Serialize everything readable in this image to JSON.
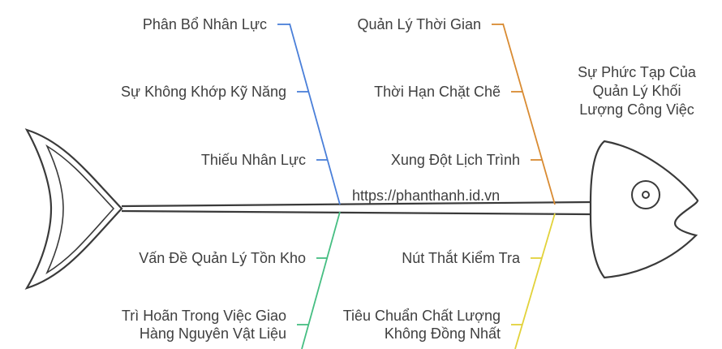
{
  "diagram": {
    "head_title": [
      "Sự Phức Tạp Của",
      "Quản Lý Khối",
      "Lượng Công Việc"
    ],
    "watermark": "https://phanthanh.id.vn",
    "branches": {
      "top_left": {
        "color": "#4a7fd9",
        "causes": [
          "Phân Bổ Nhân Lực",
          "Sự Không Khớp Kỹ Năng",
          "Thiếu Nhân Lực"
        ]
      },
      "top_right": {
        "color": "#d98b32",
        "causes": [
          "Quản Lý Thời Gian",
          "Thời Hạn Chặt Chẽ",
          "Xung Đột Lịch Trình"
        ]
      },
      "bottom_left": {
        "color": "#46be82",
        "causes": [
          "Vấn Đề Quản Lý Tồn Kho",
          [
            "Trì Hoãn Trong Việc Giao",
            "Hàng Nguyên Vật Liệu"
          ]
        ]
      },
      "bottom_right": {
        "color": "#e2d23a",
        "causes": [
          "Nút Thắt Kiểm Tra",
          [
            "Tiêu Chuẩn Chất Lượng",
            "Không Đồng Nhất"
          ]
        ]
      }
    },
    "outline_color": "#3a3a3a"
  }
}
